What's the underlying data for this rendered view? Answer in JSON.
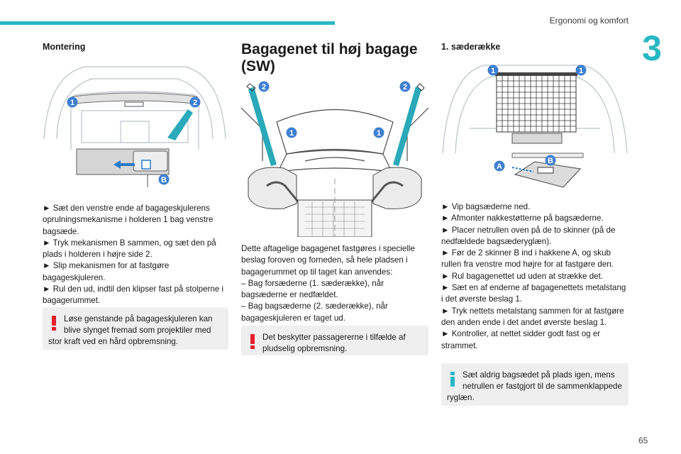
{
  "header": {
    "section_title": "Ergonomi og komfort",
    "chapter_number": "3"
  },
  "col1": {
    "heading": "Montering",
    "callouts": [
      "1",
      "2",
      "B"
    ],
    "steps": [
      "► Sæt den venstre ende af bagageskjulerens oprulningsmekanisme i holderen 1 bag venstre bagsæde.",
      "► Tryk mekanismen B sammen, og sæt den på plads i holderen i højre side 2.",
      "► Slip mekanismen for at fastgøre bagageskjuleren.",
      "► Rul den ud, indtil den klipser fast på stolperne i bagagerummet."
    ],
    "warning": "Løse genstande på bagageskjuleren kan blive slynget fremad som projektiler med stor kraft ved en hård opbremsning."
  },
  "col2": {
    "title": "Bagagenet til høj bagage (SW)",
    "callouts": [
      "2",
      "2",
      "1",
      "1"
    ],
    "paragraph": [
      "Dette aftagelige bagagenet fastgøres i specielle beslag foroven og forneden, så hele pladsen i bagagerummet op til taget kan anvendes:",
      "– Bag forsæderne (1. sæderække), når bagsæderne er nedfældet.",
      "– Bag bagsæderne (2. sæderække), når bagageskjuleren er taget ud."
    ],
    "warning": "Det beskytter passagererne i tilfælde af pludselig opbremsning."
  },
  "col3": {
    "heading": "1. sæderække",
    "callouts": [
      "1",
      "1",
      "A",
      "B"
    ],
    "steps": [
      "► Vip bagsæderne ned.",
      "► Afmonter nakkestøtterne på bagsæderne.",
      "► Placer netrullen oven på de to skinner (på de nedfældede bagsæderyglæn).",
      "► Før de 2 skinner B ind i hakkene A, og skub rullen fra venstre mod højre for at fastgøre den.",
      "► Rul bagagenettet ud uden at strække det.",
      "► Sæt en af enderne af bagagenettets metalstang i det øverste beslag 1.",
      "► Tryk nettets metalstang sammen for at fastgøre den anden ende i det andet øverste beslag 1.",
      "► Kontroller, at nettet sidder godt fast og er strammet."
    ],
    "info": "Sæt aldrig bagsædet på plads igen, mens netrullen er fastgjort til de sammenklappede ryglæn."
  },
  "footer": {
    "page_number": "65"
  },
  "colors": {
    "accent": "#29b7c4",
    "warning": "#e6202e",
    "callout": "#3d7fd1"
  }
}
